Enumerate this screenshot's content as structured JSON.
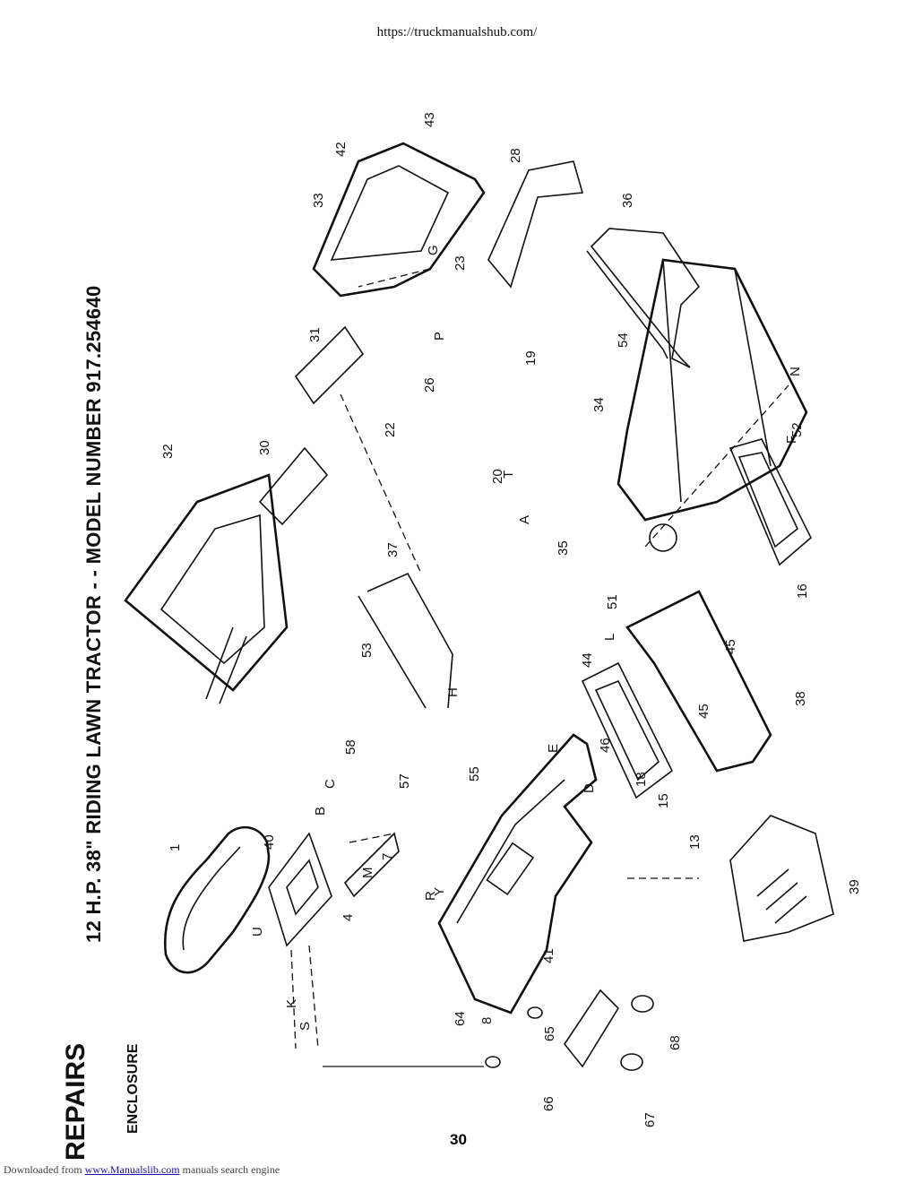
{
  "header": {
    "url": "https://truckmanualshub.com/"
  },
  "title": "12 H.P. 38\" RIDING LAWN TRACTOR - - MODEL NUMBER 917.254640",
  "section": "REPAIRS",
  "subsection": "ENCLOSURE",
  "page_number": "30",
  "footer": {
    "prefix": "Downloaded from ",
    "link": "www.Manualslib.com",
    "suffix": " manuals search engine"
  },
  "callouts": [
    "1",
    "4",
    "7",
    "8",
    "13",
    "15",
    "16",
    "18",
    "19",
    "20",
    "22",
    "23",
    "26",
    "28",
    "30",
    "31",
    "32",
    "33",
    "34",
    "35",
    "36",
    "37",
    "38",
    "39",
    "40",
    "41",
    "42",
    "43",
    "44",
    "45",
    "45",
    "46",
    "51",
    "52",
    "53",
    "54",
    "55",
    "57",
    "58",
    "64",
    "65",
    "66",
    "67",
    "68"
  ],
  "letter_refs": [
    "A",
    "B",
    "C",
    "D",
    "E",
    "F",
    "G",
    "H",
    "K",
    "L",
    "M",
    "N",
    "P",
    "R",
    "S",
    "T",
    "U",
    "Y"
  ]
}
